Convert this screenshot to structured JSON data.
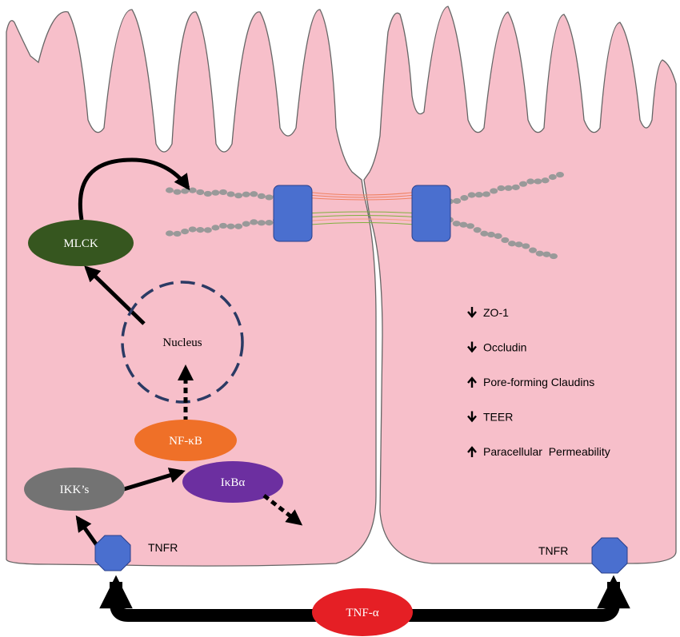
{
  "nodes": {
    "mlck": "MLCK",
    "nucleus": "Nucleus",
    "nfkb": "NF-κB",
    "ikbalpha": "IκBα",
    "ikks": "IKK’s",
    "tnfr_left": "TNFR",
    "tnfr_right": "TNFR",
    "tnf_alpha": "TNF-α"
  },
  "effects": [
    {
      "direction": "down",
      "label": "ZO-1"
    },
    {
      "direction": "down",
      "label": "Occludin"
    },
    {
      "direction": "up",
      "label": "Pore-forming Claudins"
    },
    {
      "direction": "down",
      "label": "TEER"
    },
    {
      "direction": "up",
      "label": "Paracellular  Permeability"
    }
  ],
  "colors": {
    "cell": "#f7bfca",
    "mlck": "#36561f",
    "nucleus_ring": "#2b3a64",
    "nfkb": "#ef7028",
    "ikbalpha": "#6c2fa0",
    "ikks": "#737373",
    "receptor": "#4a6fcf",
    "tnf_alpha": "#e51f25",
    "tight_junction": "#4a6fcf",
    "actin": "#999999"
  }
}
